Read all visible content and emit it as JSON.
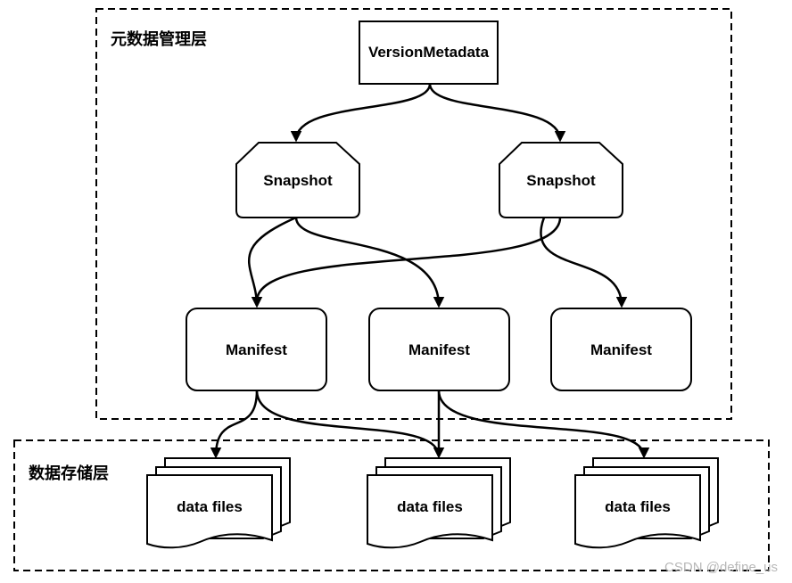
{
  "zones": {
    "metadata_label": "元数据管理层",
    "data_label": "数据存储层"
  },
  "nodes": {
    "version_metadata": "VersionMetadata",
    "snapshots": [
      "Snapshot",
      "Snapshot"
    ],
    "manifests": [
      "Manifest",
      "Manifest",
      "Manifest"
    ],
    "data_files": [
      "data files",
      "data files",
      "data files"
    ]
  },
  "watermark": "CSDN @define_us"
}
